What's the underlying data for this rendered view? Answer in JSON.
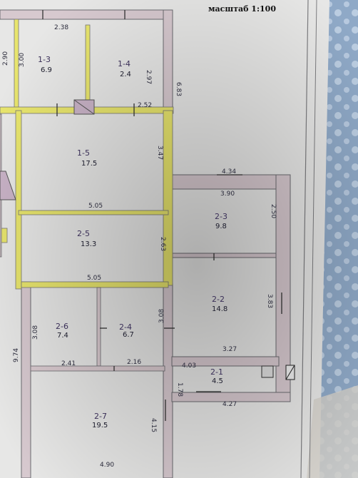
{
  "sheet": {
    "scale_label": "масштаб 1:100"
  },
  "rooms": [
    {
      "id": "1-3",
      "area": "6.9"
    },
    {
      "id": "1-4",
      "area": "2.4"
    },
    {
      "id": "1-5",
      "area": "17.5"
    },
    {
      "id": "2-5",
      "area": "13.3"
    },
    {
      "id": "2-6",
      "area": "7.4"
    },
    {
      "id": "2-4",
      "area": "6.7"
    },
    {
      "id": "2-7",
      "area": "19.5"
    },
    {
      "id": "2-3",
      "area": "9.8"
    },
    {
      "id": "2-2",
      "area": "14.8"
    },
    {
      "id": "2-1",
      "area": "4.5"
    }
  ],
  "dimensions": {
    "d238": "2.38",
    "d290": "2.90",
    "d300": "3.00",
    "d297": "2.97",
    "d683": "6.83",
    "d252": "2.52",
    "d347": "3.47",
    "d505a": "5.05",
    "d263": "2.63",
    "d505b": "5.05",
    "d434": "4.34",
    "d390": "3.90",
    "d250": "2.50",
    "d383": "3.83",
    "d308a": "3.08",
    "d308b": "3.08",
    "d974": "9.74",
    "d241": "2.41",
    "d216": "2.16",
    "d403": "4.03",
    "d327": "3.27",
    "d178": "1.78",
    "d427": "4.27",
    "d415": "4.15",
    "d490": "4.90"
  },
  "colors": {
    "paper": "#e7e7e6",
    "wall_fill": "#d7c9cf",
    "wall_line": "#6b6b70",
    "yellow": "#e8e56d",
    "grid": "#8a8a8a",
    "shadow": "#000000",
    "blue_fabric": "#8fa9c7"
  }
}
